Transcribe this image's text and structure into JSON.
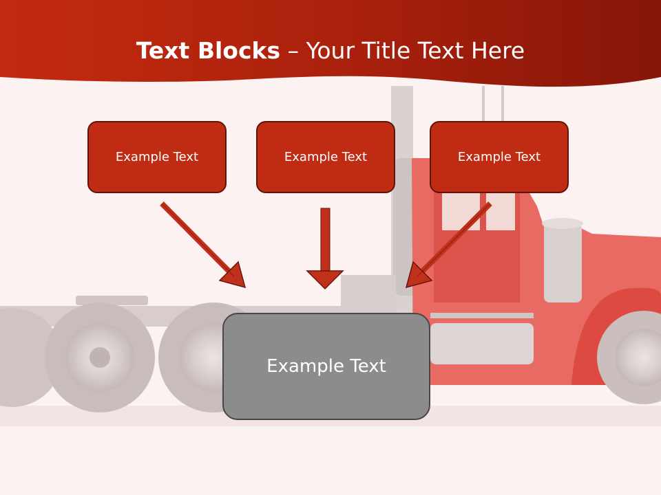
{
  "slide": {
    "title_bold": "Text Blocks",
    "title_rest": " – Your Title Text Here",
    "blocks": [
      {
        "label": "Example Text"
      },
      {
        "label": "Example Text"
      },
      {
        "label": "Example Text"
      }
    ],
    "center_block": {
      "label": "Example Text"
    }
  },
  "colors": {
    "header": "#b92a12",
    "block_fill": "#bf2b13",
    "block_border": "#5e1408",
    "center_fill": "#8c8c8c",
    "center_border": "#474747",
    "arrow": "#c0301a",
    "background": "#fcf2f1"
  }
}
